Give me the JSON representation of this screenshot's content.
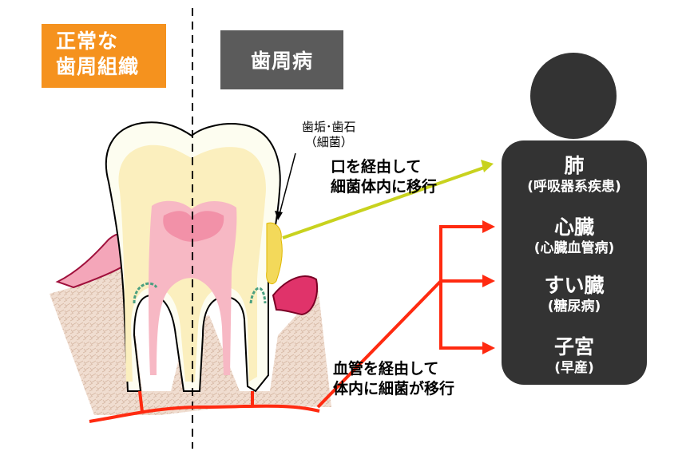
{
  "header": {
    "normal_label_line1": "正常な",
    "normal_label_line2": "歯周組織",
    "disease_label": "歯周病"
  },
  "annotations": {
    "plaque_line1": "歯垢･歯石",
    "plaque_line2": "（細菌）",
    "route_mouth_line1": "口を経由して",
    "route_mouth_line2": "細菌体内に移行",
    "route_blood_line1": "血管を経由して",
    "route_blood_line2": "体内に細菌が移行"
  },
  "organs": [
    {
      "name": "肺",
      "disease": "(呼吸器系疾患)"
    },
    {
      "name": "心臓",
      "disease": "(心臓血管病)"
    },
    {
      "name": "すい臓",
      "disease": "(糖尿病)"
    },
    {
      "name": "子宮",
      "disease": "(早産)"
    }
  ],
  "colors": {
    "normal_box": "#f5921e",
    "disease_box": "#5b5b5b",
    "body_figure": "#333333",
    "mouth_arrow": "#c8d21e",
    "blood_arrow": "#ff2a10"
  }
}
